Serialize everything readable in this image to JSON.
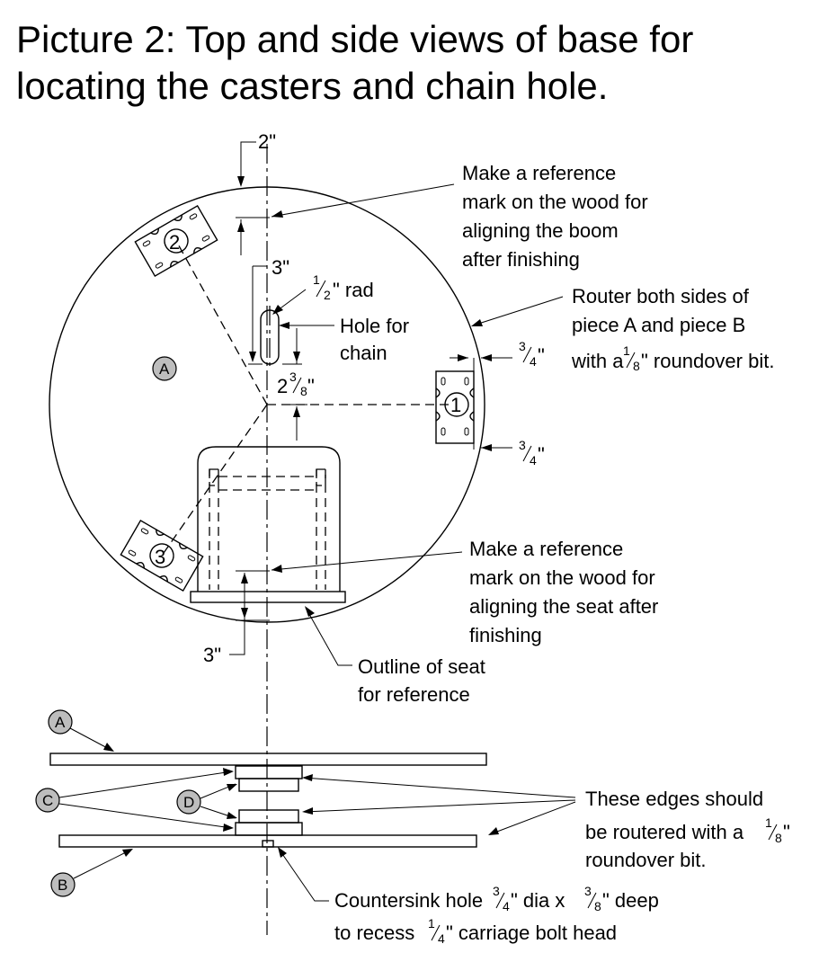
{
  "title": {
    "line1": "Picture 2: Top and side views of base for",
    "line2": "locating the casters and chain hole."
  },
  "dimensions": {
    "top_offset": "2\"",
    "slot_offset": "3\"",
    "slot_radius_num": "1",
    "slot_radius_den": "2",
    "slot_radius_unit": "\" rad",
    "center_offset_whole": "2",
    "center_offset_num": "3",
    "center_offset_den": "8",
    "center_offset_unit": "\"",
    "caster_edge_num": "3",
    "caster_edge_den": "4",
    "caster_edge_unit": "\"",
    "seat_offset": "3\""
  },
  "notes": {
    "boom_mark": [
      "Make a reference",
      "mark on the wood for",
      "aligning the boom",
      "after finishing"
    ],
    "router_sides": {
      "line1": "Router both sides of",
      "line2": "piece A and piece B",
      "line3_pre": "with a ",
      "line3_num": "1",
      "line3_den": "8",
      "line3_post": "\" roundover bit."
    },
    "chain_hole": [
      "Hole for",
      "chain"
    ],
    "seat_mark": [
      "Make a reference",
      "mark on the wood for",
      "aligning the seat after",
      "finishing"
    ],
    "seat_outline": [
      "Outline of seat",
      "for reference"
    ],
    "edges_routered": {
      "line1": "These edges should",
      "line2_pre": "be routered with a ",
      "line2_num": "1",
      "line2_den": "8",
      "line2_post": "\"",
      "line3": "roundover bit."
    },
    "countersink": {
      "l1_pre": "Countersink hole ",
      "l1_n1": "3",
      "l1_d1": "4",
      "l1_mid": "\" dia x ",
      "l1_n2": "3",
      "l1_d2": "8",
      "l1_post": "\" deep",
      "l2_pre": "to recess ",
      "l2_num": "1",
      "l2_den": "4",
      "l2_post": "\" carriage bolt head"
    }
  },
  "casters": [
    "1",
    "2",
    "3"
  ],
  "pieces": {
    "top_view": "A",
    "side_a": "A",
    "side_b": "B",
    "side_c": "C",
    "side_d": "D"
  }
}
